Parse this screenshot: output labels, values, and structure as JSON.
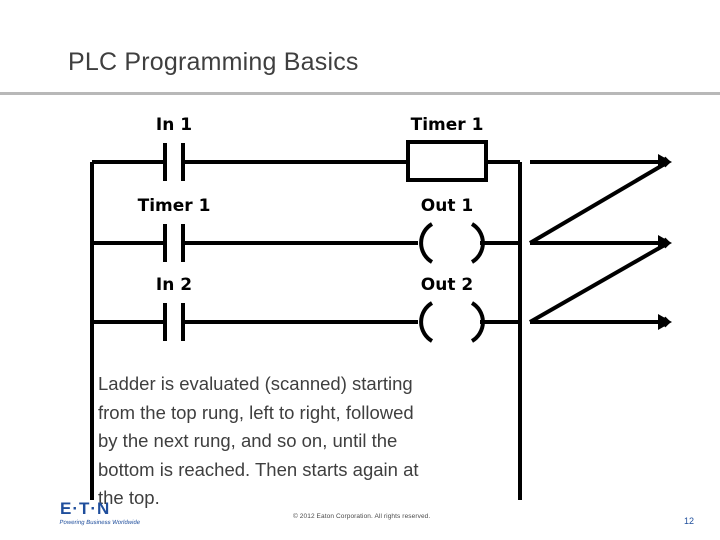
{
  "slide": {
    "title": "PLC Programming Basics",
    "page_number": "12",
    "copyright": "© 2012 Eaton Corporation. All rights reserved."
  },
  "logo": {
    "wordmark": "E·T·N",
    "tagline": "Powering Business Worldwide"
  },
  "ladder": {
    "rungs": [
      {
        "left_label": "In 1",
        "right_label": "Timer 1",
        "left_type": "contact-no",
        "right_type": "timer-box"
      },
      {
        "left_label": "Timer 1",
        "right_label": "Out 1",
        "left_type": "contact-no",
        "right_type": "coil"
      },
      {
        "left_label": "In 2",
        "right_label": "Out 2",
        "left_type": "contact-no",
        "right_type": "coil"
      }
    ],
    "scan_arrows": 3
  },
  "body": {
    "lines": [
      "Ladder is evaluated (scanned) starting",
      "from the top rung, left to right, followed",
      "by the next rung, and so on, until the",
      "bottom is reached.  Then starts again at",
      "the top."
    ]
  },
  "colors": {
    "title": "#3f3f3f",
    "rule": "#b8b8b8",
    "diagram": "#000000",
    "brand": "#1f4e9c"
  }
}
